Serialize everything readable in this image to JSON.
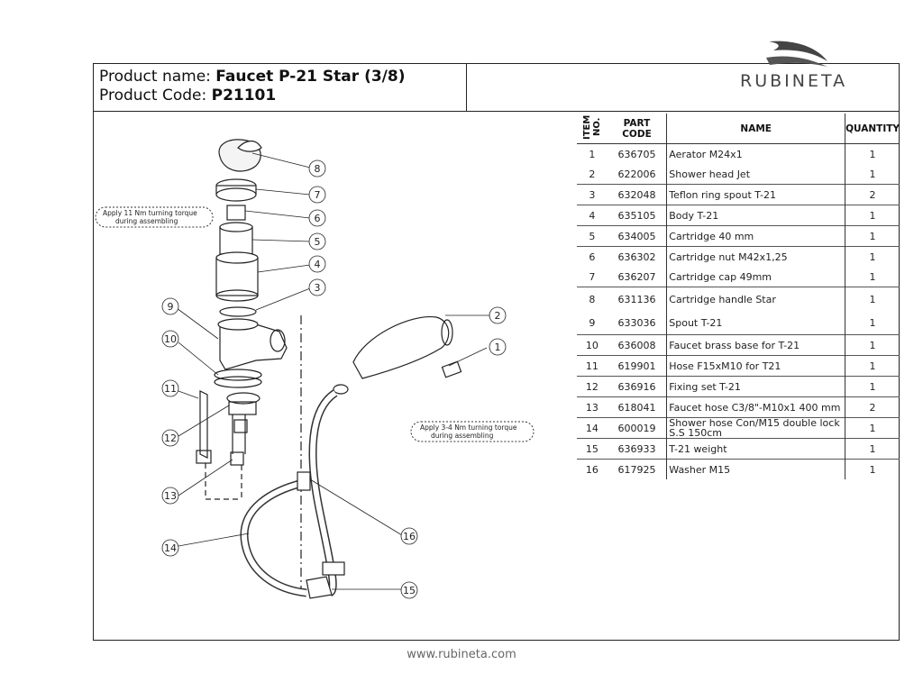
{
  "header": {
    "product_name_label": "Product name: ",
    "product_name": "Faucet P-21 Star (3/8)",
    "product_code_label": "Product Code: ",
    "product_code": "P21101"
  },
  "brand": {
    "name": "RUBINETA"
  },
  "table": {
    "headers": {
      "item": "ITEM NO.",
      "part_code": "PART CODE",
      "name": "NAME",
      "quantity": "QUANTITY"
    },
    "rows": [
      {
        "item": "1",
        "code": "636705",
        "name": "Aerator M24x1",
        "qty": "1"
      },
      {
        "item": "2",
        "code": "622006",
        "name": "Shower head Jet",
        "qty": "1"
      },
      {
        "item": "3",
        "code": "632048",
        "name": "Teflon ring spout T-21",
        "qty": "2"
      },
      {
        "item": "4",
        "code": "635105",
        "name": "Body T-21",
        "qty": "1"
      },
      {
        "item": "5",
        "code": "634005",
        "name": "Cartridge 40 mm",
        "qty": "1"
      },
      {
        "item": "6",
        "code": "636302",
        "name": "Cartridge nut M42x1,25",
        "qty": "1"
      },
      {
        "item": "7",
        "code": "636207",
        "name": "Cartridge cap 49mm",
        "qty": "1"
      },
      {
        "item": "8",
        "code": "631136",
        "name": "Cartridge handle Star",
        "qty": "1"
      },
      {
        "item": "9",
        "code": "633036",
        "name": "Spout T-21",
        "qty": "1"
      },
      {
        "item": "10",
        "code": "636008",
        "name": "Faucet brass base for T-21",
        "qty": "1"
      },
      {
        "item": "11",
        "code": "619901",
        "name": "Hose F15xM10 for T21",
        "qty": "1"
      },
      {
        "item": "12",
        "code": "636916",
        "name": "Fixing set T-21",
        "qty": "1"
      },
      {
        "item": "13",
        "code": "618041",
        "name": "Faucet hose C3/8\"-M10x1 400 mm",
        "qty": "2"
      },
      {
        "item": "14",
        "code": "600019",
        "name": "Shower hose Con/M15 double lock S.S 150cm",
        "qty": "1"
      },
      {
        "item": "15",
        "code": "636933",
        "name": "T-21 weight",
        "qty": "1"
      },
      {
        "item": "16",
        "code": "617925",
        "name": "Washer M15",
        "qty": "1"
      }
    ]
  },
  "drawing": {
    "callouts": [
      "1",
      "2",
      "3",
      "4",
      "5",
      "6",
      "7",
      "8",
      "9",
      "10",
      "11",
      "12",
      "13",
      "14",
      "15",
      "16"
    ],
    "note_top": [
      "Apply 11 Nm turning torque",
      "during assembling"
    ],
    "note_right": [
      "Apply 3-4 Nm turning torque",
      "during assembling"
    ]
  },
  "footer": {
    "url": "www.rubineta.com"
  }
}
